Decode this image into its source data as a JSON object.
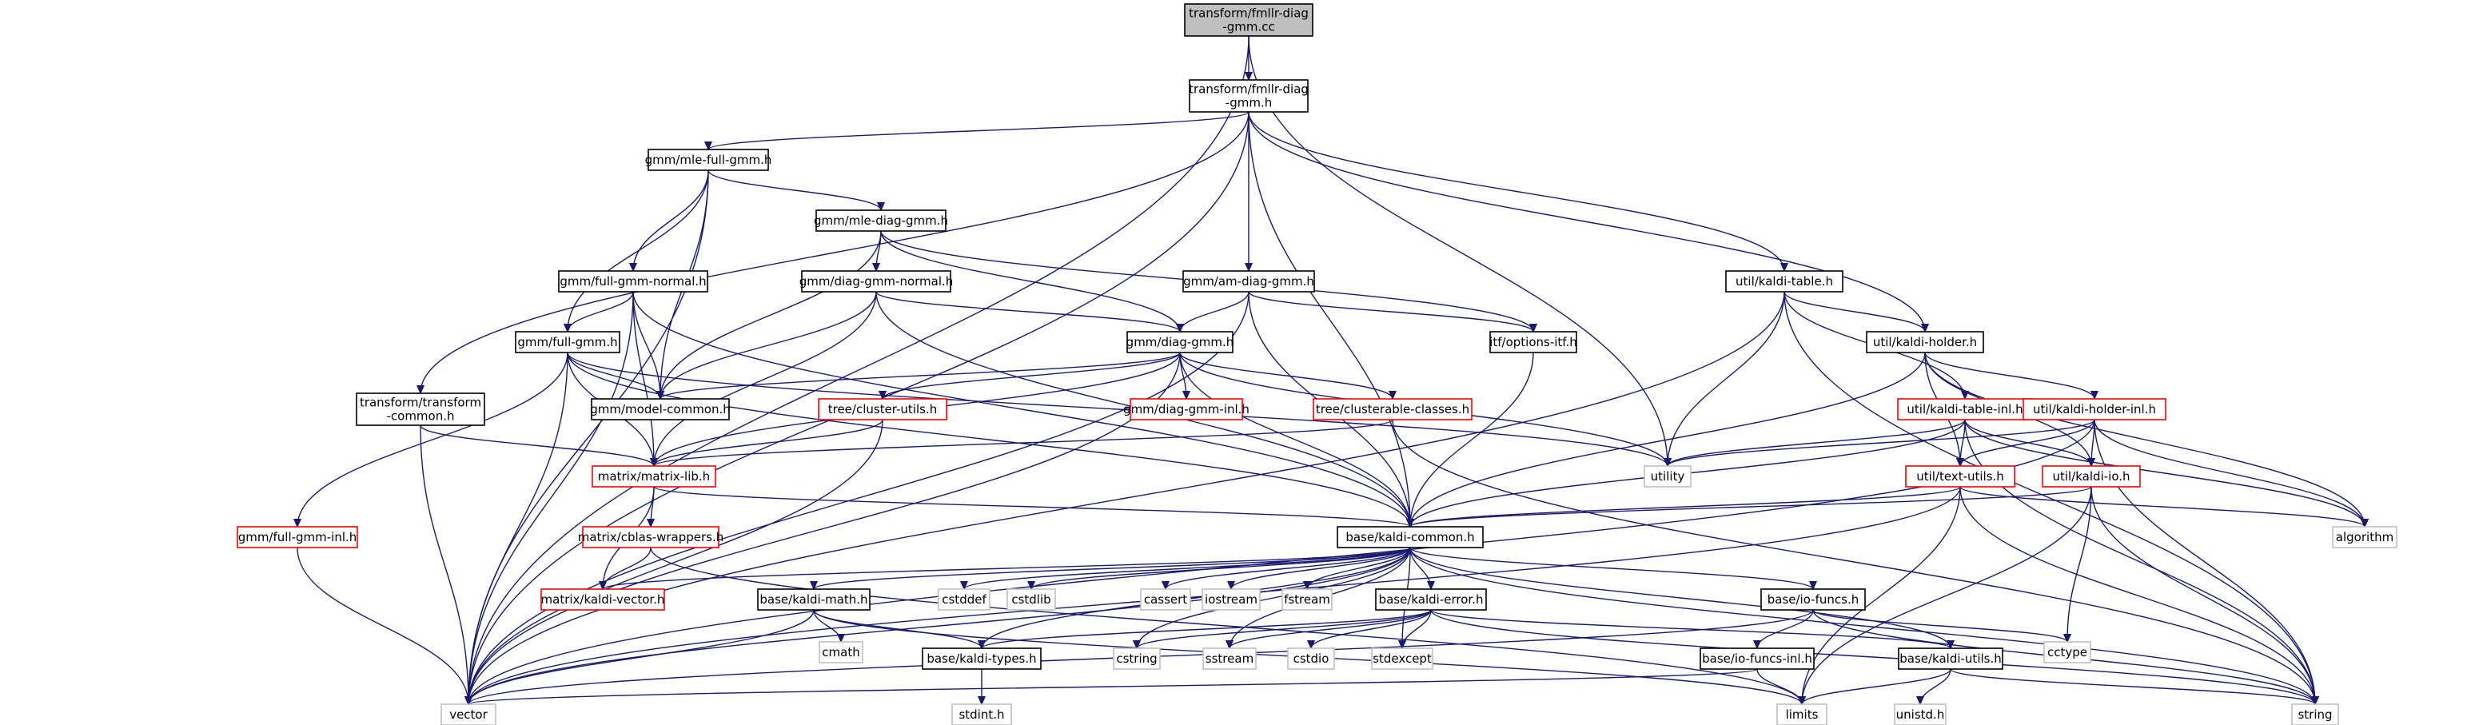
{
  "colors": {
    "edge": "#191970",
    "root_fill": "#bfbfbf",
    "box_border": "#000000",
    "external_border": "#bfbfbf",
    "incomplete_border": "#ff0000"
  },
  "nodes": [
    {
      "id": "n0",
      "lines": [
        "transform/fmllr-diag",
        "-gmm.cc"
      ],
      "kind": "root"
    },
    {
      "id": "n1",
      "lines": [
        "transform/fmllr-diag",
        "-gmm.h"
      ],
      "kind": "normal"
    },
    {
      "id": "n2",
      "lines": [
        "gmm/mle-full-gmm.h"
      ],
      "kind": "normal"
    },
    {
      "id": "n3",
      "lines": [
        "gmm/mle-diag-gmm.h"
      ],
      "kind": "normal"
    },
    {
      "id": "n4",
      "lines": [
        "gmm/full-gmm-normal.h"
      ],
      "kind": "normal"
    },
    {
      "id": "n5",
      "lines": [
        "gmm/diag-gmm-normal.h"
      ],
      "kind": "normal"
    },
    {
      "id": "n6",
      "lines": [
        "gmm/am-diag-gmm.h"
      ],
      "kind": "normal"
    },
    {
      "id": "n7",
      "lines": [
        "util/kaldi-table.h"
      ],
      "kind": "normal"
    },
    {
      "id": "n8",
      "lines": [
        "gmm/full-gmm.h"
      ],
      "kind": "normal"
    },
    {
      "id": "n9",
      "lines": [
        "gmm/diag-gmm.h"
      ],
      "kind": "normal"
    },
    {
      "id": "n10",
      "lines": [
        "itf/options-itf.h"
      ],
      "kind": "normal"
    },
    {
      "id": "n11",
      "lines": [
        "util/kaldi-holder.h"
      ],
      "kind": "normal"
    },
    {
      "id": "n12",
      "lines": [
        "transform/transform",
        "-common.h"
      ],
      "kind": "normal"
    },
    {
      "id": "n13",
      "lines": [
        "gmm/model-common.h"
      ],
      "kind": "normal"
    },
    {
      "id": "n14",
      "lines": [
        "tree/cluster-utils.h"
      ],
      "kind": "red"
    },
    {
      "id": "n15",
      "lines": [
        "gmm/diag-gmm-inl.h"
      ],
      "kind": "red"
    },
    {
      "id": "n16",
      "lines": [
        "tree/clusterable-classes.h"
      ],
      "kind": "red"
    },
    {
      "id": "n17",
      "lines": [
        "util/kaldi-table-inl.h"
      ],
      "kind": "red"
    },
    {
      "id": "n18",
      "lines": [
        "util/kaldi-holder-inl.h"
      ],
      "kind": "red"
    },
    {
      "id": "n19",
      "lines": [
        "matrix/matrix-lib.h"
      ],
      "kind": "red"
    },
    {
      "id": "n20",
      "lines": [
        "utility"
      ],
      "kind": "grey"
    },
    {
      "id": "n21",
      "lines": [
        "util/text-utils.h"
      ],
      "kind": "red"
    },
    {
      "id": "n22",
      "lines": [
        "util/kaldi-io.h"
      ],
      "kind": "red"
    },
    {
      "id": "n23",
      "lines": [
        "gmm/full-gmm-inl.h"
      ],
      "kind": "red"
    },
    {
      "id": "n24",
      "lines": [
        "matrix/cblas-wrappers.h"
      ],
      "kind": "red"
    },
    {
      "id": "n25",
      "lines": [
        "base/kaldi-common.h"
      ],
      "kind": "normal"
    },
    {
      "id": "n26",
      "lines": [
        "algorithm"
      ],
      "kind": "grey"
    },
    {
      "id": "n27",
      "lines": [
        "matrix/kaldi-vector.h"
      ],
      "kind": "red"
    },
    {
      "id": "n28",
      "lines": [
        "base/kaldi-math.h"
      ],
      "kind": "normal"
    },
    {
      "id": "n29",
      "lines": [
        "cstddef"
      ],
      "kind": "grey"
    },
    {
      "id": "n30",
      "lines": [
        "cstdlib"
      ],
      "kind": "grey"
    },
    {
      "id": "n31",
      "lines": [
        "cassert"
      ],
      "kind": "grey"
    },
    {
      "id": "n32",
      "lines": [
        "iostream"
      ],
      "kind": "grey"
    },
    {
      "id": "n33",
      "lines": [
        "fstream"
      ],
      "kind": "grey"
    },
    {
      "id": "n34",
      "lines": [
        "base/kaldi-error.h"
      ],
      "kind": "normal"
    },
    {
      "id": "n35",
      "lines": [
        "base/io-funcs.h"
      ],
      "kind": "normal"
    },
    {
      "id": "n36",
      "lines": [
        "cctype"
      ],
      "kind": "grey"
    },
    {
      "id": "n37",
      "lines": [
        "cmath"
      ],
      "kind": "grey"
    },
    {
      "id": "n38",
      "lines": [
        "base/kaldi-types.h"
      ],
      "kind": "normal"
    },
    {
      "id": "n39",
      "lines": [
        "cstring"
      ],
      "kind": "grey"
    },
    {
      "id": "n40",
      "lines": [
        "sstream"
      ],
      "kind": "grey"
    },
    {
      "id": "n41",
      "lines": [
        "cstdio"
      ],
      "kind": "grey"
    },
    {
      "id": "n42",
      "lines": [
        "stdexcept"
      ],
      "kind": "grey"
    },
    {
      "id": "n43",
      "lines": [
        "base/io-funcs-inl.h"
      ],
      "kind": "normal"
    },
    {
      "id": "n44",
      "lines": [
        "base/kaldi-utils.h"
      ],
      "kind": "normal"
    },
    {
      "id": "n45",
      "lines": [
        "stdint.h"
      ],
      "kind": "grey"
    },
    {
      "id": "n46",
      "lines": [
        "vector"
      ],
      "kind": "grey"
    },
    {
      "id": "n47",
      "lines": [
        "limits"
      ],
      "kind": "grey"
    },
    {
      "id": "n48",
      "lines": [
        "unistd.h"
      ],
      "kind": "grey"
    },
    {
      "id": "n49",
      "lines": [
        "string"
      ],
      "kind": "grey"
    }
  ],
  "edges": [
    [
      "n0",
      "n1"
    ],
    [
      "n0",
      "n46"
    ],
    [
      "n0",
      "n20"
    ],
    [
      "n1",
      "n2"
    ],
    [
      "n1",
      "n6"
    ],
    [
      "n1",
      "n12"
    ],
    [
      "n1",
      "n46"
    ],
    [
      "n1",
      "n7"
    ],
    [
      "n1",
      "n11"
    ],
    [
      "n1",
      "n25"
    ],
    [
      "n2",
      "n3"
    ],
    [
      "n2",
      "n4"
    ],
    [
      "n2",
      "n8"
    ],
    [
      "n2",
      "n13"
    ],
    [
      "n2",
      "n46"
    ],
    [
      "n3",
      "n5"
    ],
    [
      "n3",
      "n9"
    ],
    [
      "n3",
      "n13"
    ],
    [
      "n3",
      "n10"
    ],
    [
      "n4",
      "n8"
    ],
    [
      "n4",
      "n13"
    ],
    [
      "n4",
      "n19"
    ],
    [
      "n4",
      "n46"
    ],
    [
      "n4",
      "n25"
    ],
    [
      "n5",
      "n9"
    ],
    [
      "n5",
      "n13"
    ],
    [
      "n5",
      "n19"
    ],
    [
      "n5",
      "n25"
    ],
    [
      "n6",
      "n9"
    ],
    [
      "n6",
      "n10"
    ],
    [
      "n6",
      "n25"
    ],
    [
      "n6",
      "n46"
    ],
    [
      "n7",
      "n11"
    ],
    [
      "n7",
      "n17"
    ],
    [
      "n7",
      "n20"
    ],
    [
      "n7",
      "n46"
    ],
    [
      "n7",
      "n49"
    ],
    [
      "n8",
      "n13"
    ],
    [
      "n8",
      "n19"
    ],
    [
      "n8",
      "n23"
    ],
    [
      "n8",
      "n46"
    ],
    [
      "n8",
      "n20"
    ],
    [
      "n8",
      "n25"
    ],
    [
      "n9",
      "n13"
    ],
    [
      "n9",
      "n14"
    ],
    [
      "n9",
      "n15"
    ],
    [
      "n9",
      "n16"
    ],
    [
      "n9",
      "n19"
    ],
    [
      "n9",
      "n20"
    ],
    [
      "n9",
      "n25"
    ],
    [
      "n9",
      "n46"
    ],
    [
      "n10",
      "n25"
    ],
    [
      "n11",
      "n18"
    ],
    [
      "n11",
      "n21"
    ],
    [
      "n11",
      "n22"
    ],
    [
      "n11",
      "n26"
    ],
    [
      "n11",
      "n25"
    ],
    [
      "n12",
      "n19"
    ],
    [
      "n12",
      "n46"
    ],
    [
      "n14",
      "n19"
    ],
    [
      "n14",
      "n46"
    ],
    [
      "n16",
      "n19"
    ],
    [
      "n16",
      "n49"
    ],
    [
      "n17",
      "n21"
    ],
    [
      "n17",
      "n22"
    ],
    [
      "n17",
      "n25"
    ],
    [
      "n17",
      "n20"
    ],
    [
      "n17",
      "n26"
    ],
    [
      "n17",
      "n49"
    ],
    [
      "n18",
      "n21"
    ],
    [
      "n18",
      "n22"
    ],
    [
      "n18",
      "n20"
    ],
    [
      "n18",
      "n26"
    ],
    [
      "n18",
      "n46"
    ],
    [
      "n18",
      "n49"
    ],
    [
      "n19",
      "n24"
    ],
    [
      "n19",
      "n27"
    ],
    [
      "n19",
      "n25"
    ],
    [
      "n21",
      "n25"
    ],
    [
      "n21",
      "n26"
    ],
    [
      "n21",
      "n47"
    ],
    [
      "n21",
      "n46"
    ],
    [
      "n21",
      "n49"
    ],
    [
      "n22",
      "n25"
    ],
    [
      "n22",
      "n36"
    ],
    [
      "n22",
      "n47"
    ],
    [
      "n22",
      "n49"
    ],
    [
      "n23",
      "n46"
    ],
    [
      "n24",
      "n27"
    ],
    [
      "n24",
      "n47"
    ],
    [
      "n25",
      "n27"
    ],
    [
      "n25",
      "n28"
    ],
    [
      "n25",
      "n29"
    ],
    [
      "n25",
      "n30"
    ],
    [
      "n25",
      "n31"
    ],
    [
      "n25",
      "n32"
    ],
    [
      "n25",
      "n33"
    ],
    [
      "n25",
      "n34"
    ],
    [
      "n25",
      "n35"
    ],
    [
      "n25",
      "n38"
    ],
    [
      "n25",
      "n39"
    ],
    [
      "n25",
      "n40"
    ],
    [
      "n25",
      "n42"
    ],
    [
      "n25",
      "n44"
    ],
    [
      "n25",
      "n46"
    ],
    [
      "n25",
      "n49"
    ],
    [
      "n28",
      "n37"
    ],
    [
      "n28",
      "n38"
    ],
    [
      "n28",
      "n46"
    ],
    [
      "n28",
      "n47"
    ],
    [
      "n34",
      "n38"
    ],
    [
      "n34",
      "n39"
    ],
    [
      "n34",
      "n40"
    ],
    [
      "n34",
      "n41"
    ],
    [
      "n34",
      "n42"
    ],
    [
      "n34",
      "n44"
    ],
    [
      "n34",
      "n49"
    ],
    [
      "n35",
      "n43"
    ],
    [
      "n35",
      "n36"
    ],
    [
      "n35",
      "n46"
    ],
    [
      "n35",
      "n49"
    ],
    [
      "n43",
      "n46"
    ],
    [
      "n43",
      "n47"
    ],
    [
      "n44",
      "n47"
    ],
    [
      "n44",
      "n48"
    ],
    [
      "n44",
      "n49"
    ],
    [
      "n38",
      "n45"
    ]
  ]
}
